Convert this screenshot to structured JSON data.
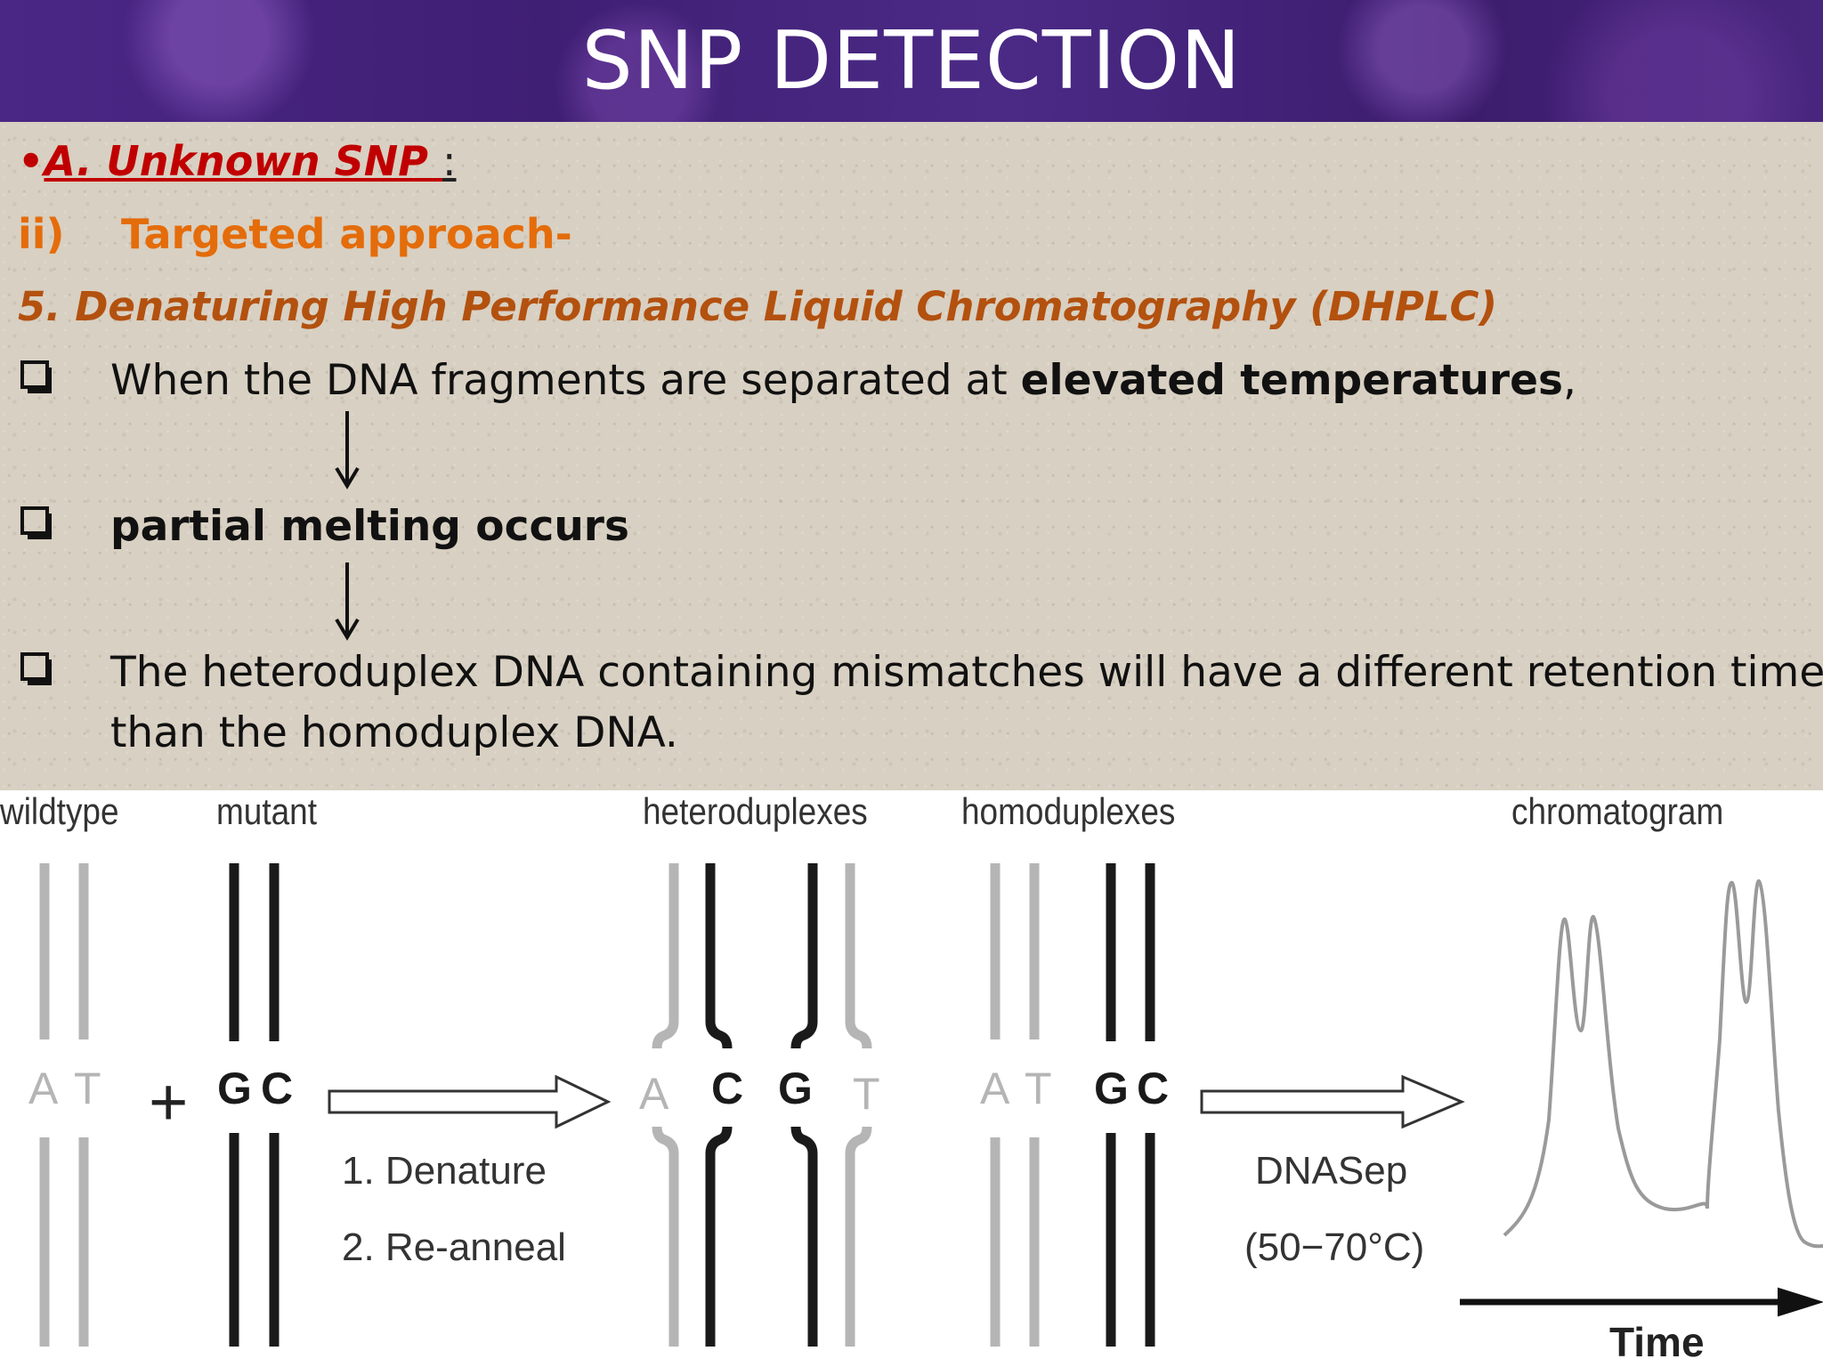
{
  "slide": {
    "title": "SNP DETECTION",
    "section": {
      "bullet": "•",
      "label": "A. Unknown SNP ",
      "colon": ":"
    },
    "subsection": {
      "number": "ii)",
      "label": "Targeted approach-"
    },
    "method": "5. Denaturing High Performance Liquid Chromatography (DHPLC)",
    "points": [
      {
        "pre": "When the DNA fragments are separated at ",
        "bold": "elevated temperatures",
        "post": ","
      },
      {
        "pre": "",
        "bold": "partial melting occurs",
        "post": ""
      },
      {
        "line1": "The heteroduplex DNA containing mismatches will have a different retention time",
        "line2": "than the homoduplex DNA."
      }
    ]
  },
  "diagram": {
    "labels": {
      "wildtype": "wildtype",
      "mutant": "mutant",
      "heteroduplexes": "heteroduplexes",
      "homoduplexes": "homoduplexes",
      "chromatogram": "chromatogram"
    },
    "bases": {
      "wildtype": [
        "A",
        "T"
      ],
      "mutant": [
        "G",
        "C"
      ],
      "hetero": [
        "A",
        "C",
        "G",
        "T"
      ],
      "homo": [
        "A",
        "T",
        "G",
        "C"
      ]
    },
    "plus": "+",
    "steps": [
      "1.  Denature",
      "2.  Re-anneal"
    ],
    "column": {
      "name": "DNASep",
      "temp": "(50−70°C)"
    },
    "time_axis": "Time",
    "colors": {
      "gray_strand": "#b5b5b5",
      "black_strand": "#1a1a1a",
      "peak_line": "#9a9a9a"
    }
  }
}
